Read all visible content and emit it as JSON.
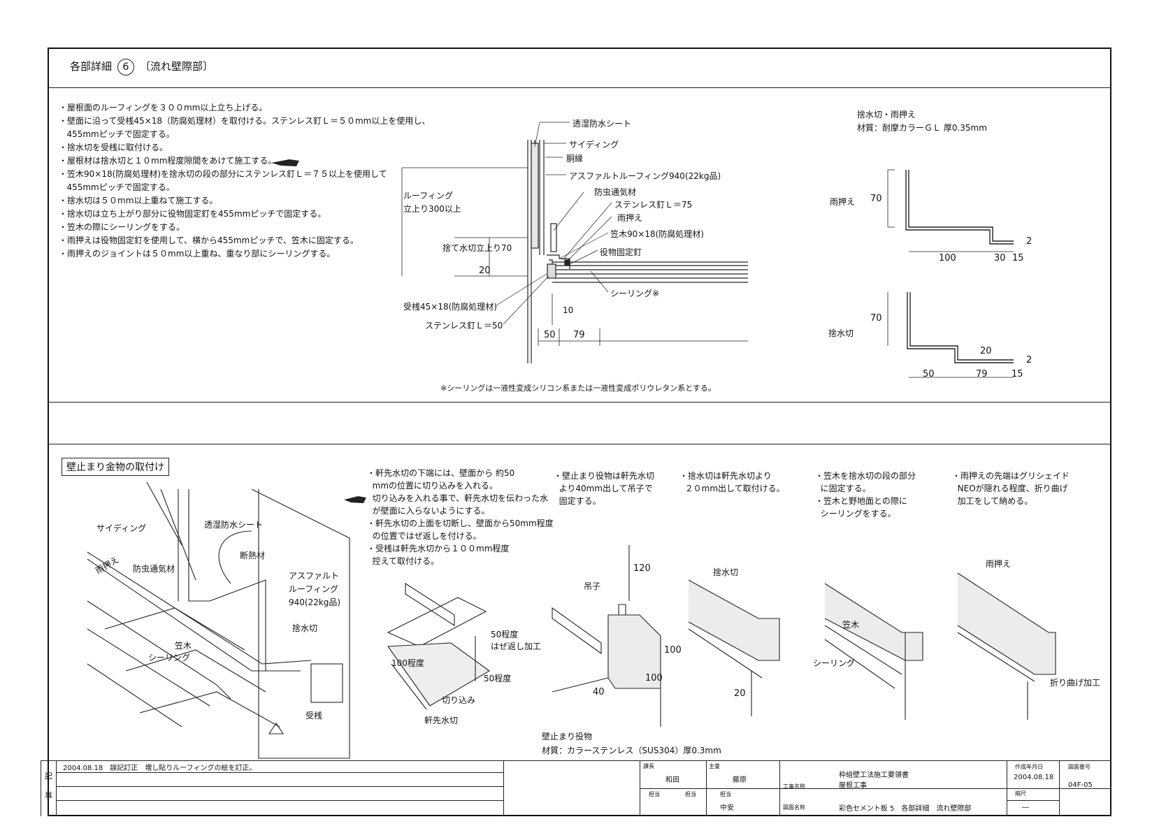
{
  "header": {
    "title": "各部詳細",
    "number": "6",
    "subtitle": "〔流れ壁際部〕"
  },
  "notes": [
    "・屋根面のルーフィングを３００mm以上立ち上げる。",
    "・壁面に沿って受桟45×18（防腐処理材）を取付ける。ステンレス釘Ｌ＝５０mm以上を使用し、",
    "   455mmピッチで固定する。",
    "・捨水切を受桟に取付ける。",
    "・屋根材は捨水切と１０mm程度隙間をあけて施工する。",
    "・笠木90×18(防腐処理材)を捨水切の段の部分にステンレス釘Ｌ＝７５以上を使用して",
    "   455mmピッチで固定する。",
    "・捨水切は５０mm以上重ねて施工する。",
    "・捨水切は立ち上がり部分に役物固定釘を455mmピッチで固定する。",
    "・笠木の際にシーリングをする。",
    "・雨押えは役物固定釘を使用して、横から455mmピッチで、笠木に固定する。",
    "・雨押えのジョイントは５０mm以上重ね、重なり部にシーリングする。"
  ],
  "section": {
    "labels": {
      "sheet": "透湿防水シート",
      "siding": "サイディング",
      "furring": "胴縁",
      "asphalt": "アスファルトルーフィング940(22kg品)",
      "vent": "防虫通気材",
      "nail75": "ステンレス釘Ｌ＝75",
      "amaosae": "雨押え",
      "kasagi": "笠木90×18(防腐処理材)",
      "yakumono": "役物固定釘",
      "sealing": "シーリング※",
      "roofing_up": "ルーフィング",
      "roofing_up2": "立上り300以上",
      "sutemizu_up": "捨て水切立上り70",
      "dim20": "20",
      "ukesan": "受桟45×18(防腐処理材)",
      "nail50": "ステンレス釘Ｌ＝50",
      "dim10": "10",
      "dim50": "50",
      "dim79": "79"
    },
    "footnote": "※シーリングは一液性変成シリコン系または一液性変成ポリウレタン系とする。"
  },
  "profiles": {
    "title": "捨水切・雨押え",
    "material": "材質：耐摩カラーＧＬ  厚0.35mm",
    "amaosae": {
      "label": "雨押え",
      "dim_h": "70",
      "dim_a": "100",
      "dim_b": "30",
      "dim_c": "15",
      "dim_d": "2"
    },
    "sutemizu": {
      "label": "捨水切",
      "dim_h": "70",
      "dim_a": "50",
      "dim_b": "79",
      "dim_c": "15",
      "dim_d": "2",
      "dim_e": "20"
    }
  },
  "bottom": {
    "box_title": "壁止まり金物の取付け",
    "iso_labels": {
      "siding": "サイディング",
      "sheet": "透湿防水シート",
      "amaosae": "雨押え",
      "vent": "防虫通気材",
      "insul": "断熱材",
      "asphalt1": "アスファルト",
      "asphalt2": "ルーフィング",
      "asphalt3": "940(22kg品)",
      "sutemizu": "捨水切",
      "kasagi": "笠木",
      "sealing": "シーリング",
      "ukesan": "受桟"
    },
    "procedure_notes": [
      "・軒先水切の下端には、壁面から 約50",
      "  mmの位置に切り込みを入れる。",
      "  切り込みを入れる事で、軒先水切を伝わった水",
      "  が壁面に入らないようにする。",
      "・軒先水切の上面を切断し、壁面から50mm程度",
      "  の位置ではぜ返しを付ける。",
      "・受桟は軒先水切から１００mm程度",
      "  控えて取付ける。"
    ],
    "eave_labels": {
      "d50a": "50程度",
      "hazekaeshi": "はぜ返し加工",
      "d100": "100程度",
      "d50b": "50程度",
      "kirikomi": "切り込み",
      "nokisaki": "軒先水切"
    },
    "step1": [
      "・壁止まり役物は軒先水切",
      "  より40mm出して吊子で",
      "  固定する。"
    ],
    "step2": [
      "・捨水切は軒先水切より",
      "  ２０mm出して取付ける。"
    ],
    "step3": [
      "・笠木を捨水切の段の部分",
      "  に固定する。",
      "・笠木と野地面との際に",
      "  シーリングをする。"
    ],
    "step4": [
      "・雨押えの先端はグリシェイド",
      "  NEOが隠れる程度、折り曲げ",
      "  加工をして納める。"
    ],
    "step_labels": {
      "tsuriko": "吊子",
      "d120": "120",
      "d100a": "100",
      "d100b": "100",
      "d40": "40",
      "sutemizu": "捨水切",
      "d20": "20",
      "kasagi": "笠木",
      "sealing": "シーリング",
      "amaosae": "雨押え",
      "orimage": "折り曲げ加工"
    },
    "kabedome": "壁止まり役物",
    "kabedome_material": "材質：カラーステンレス（SUS304）厚0.3mm"
  },
  "titleblock": {
    "revision": "2004.08.18　誤記訂正　増し貼りルーフィングの絵を訂正。",
    "kiji1": "記",
    "kiji2": "事",
    "kacho": "課長",
    "kacho_name": "和田",
    "shunin": "主査",
    "shunin_name": "藤原",
    "tanto1": "担当",
    "tanto2": "担当",
    "tanto3": "担当",
    "tanto_name": "中安",
    "work_label": "工事名称",
    "work_name": "枠組壁工法施工要領書",
    "work_sub": "屋根工事",
    "drawing_label": "図面名称",
    "drawing_name": "彩色セメント板 5　各部詳細　流れ壁際部",
    "date_label": "作成年月日",
    "date": "2004.08.18",
    "scale_label": "縮尺",
    "scale": "―",
    "no_label": "図面番号",
    "no": "04F-05"
  }
}
